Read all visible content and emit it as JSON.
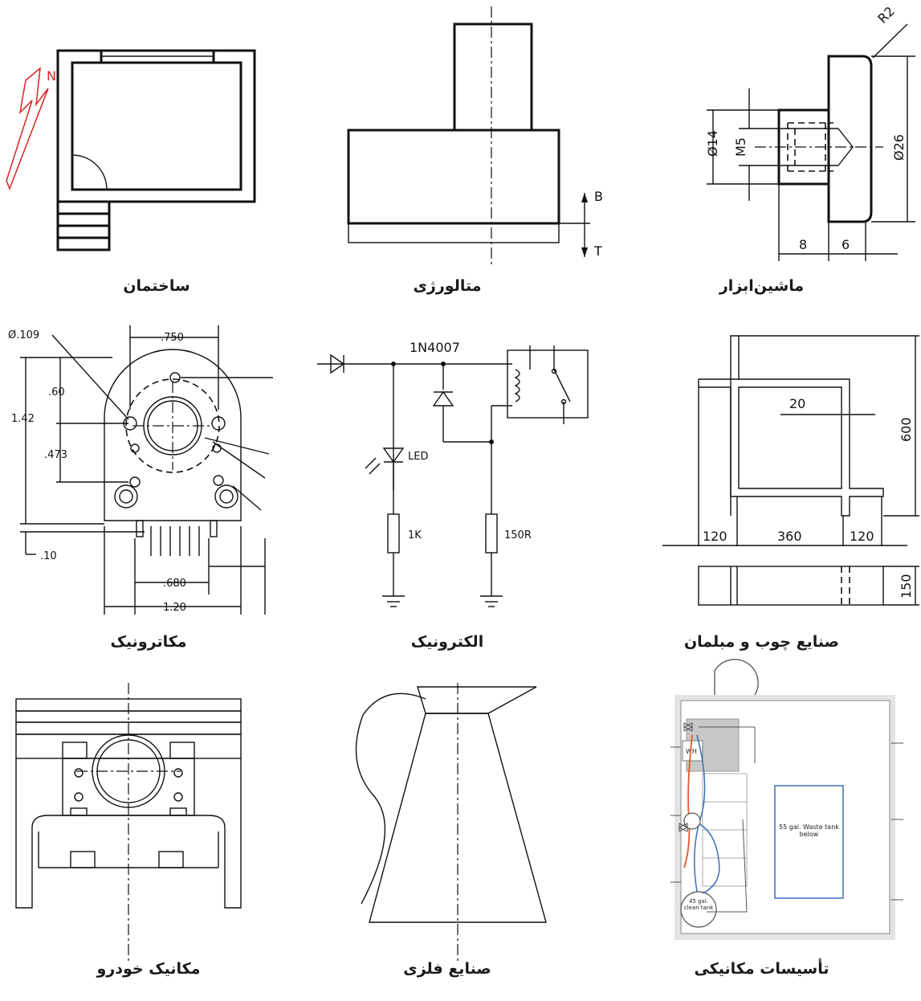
{
  "captions": {
    "building": "ساختمان",
    "metallurgy": "متالورژی",
    "machine_tool": "ماشین‌ابزار",
    "mechatronics": "مکاترونیک",
    "electronics": "الکترونیک",
    "woodwork": "صنایع چوب و مبلمان",
    "auto_mechanics": "مکانیک خودرو",
    "metal_industry": "صنایع فلزی",
    "mechanical_installations": "تأسیسات مکانیکی"
  },
  "machine_tool": {
    "radius": "R2",
    "dia14": "Ø14",
    "thread": "M5",
    "dia26": "Ø26",
    "len8": "8",
    "len6": "6"
  },
  "metallurgy": {
    "label_b": "B",
    "label_t": "T"
  },
  "building": {
    "north": "N"
  },
  "mechatronics": {
    "hole_dia": "Ø.109",
    "d750": ".750",
    "d60": ".60",
    "d142": "1.42",
    "d473": ".473",
    "d10": ".10",
    "d680": ".680",
    "d120": "1.20"
  },
  "electronics": {
    "diode": "1N4007",
    "led": "LED",
    "r1": "1K",
    "r2": "150R"
  },
  "woodwork": {
    "d20": "20",
    "d600": "600",
    "d120a": "120",
    "d360": "360",
    "d120b": "120",
    "d150": "150"
  },
  "plumbing": {
    "wh": "WH",
    "waste_tank": "55 gal. Waste tank below",
    "clean_tank": "45 gal. clean tank"
  }
}
